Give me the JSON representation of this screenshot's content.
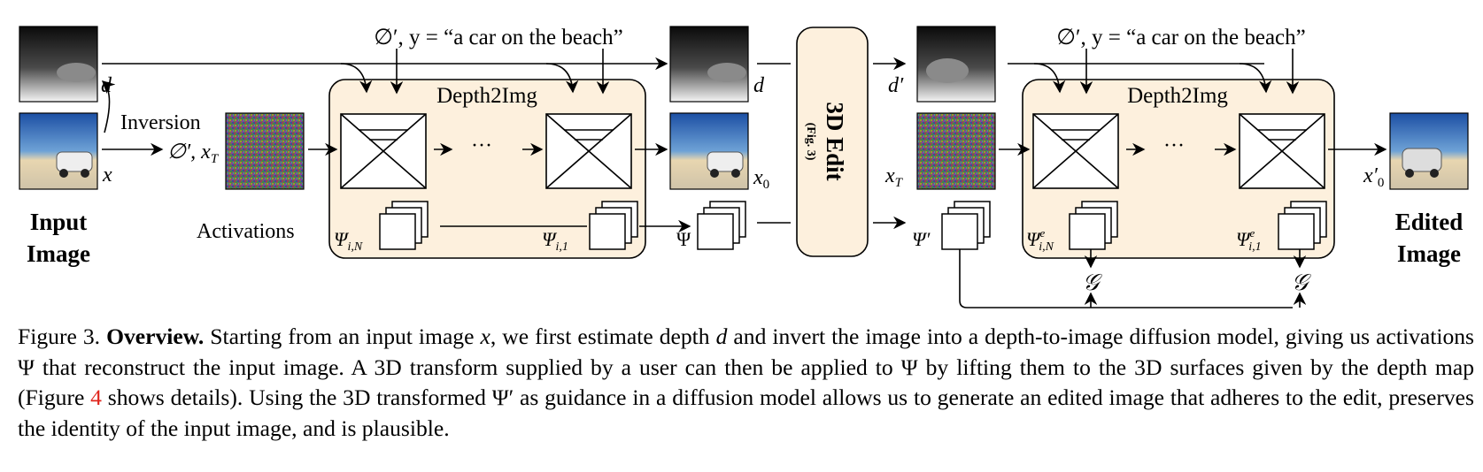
{
  "figure": {
    "prompt_left": "∅′, y = “a car on the beach”",
    "prompt_right": "∅′, y = “a car on the beach”",
    "inversion_label": "Inversion",
    "null_xT_label": "∅′, x",
    "xT_sub": "T",
    "activations_label": "Activations",
    "input_image_line1": "Input",
    "input_image_line2": "Image",
    "edited_image_line1": "Edited",
    "edited_image_line2": "Image",
    "d_label": "d",
    "x_label": "x",
    "depth2img_label_left": "Depth2Img",
    "depth2img_label_right": "Depth2Img",
    "dots": "···",
    "psi_iN": "Ψ",
    "psi_iN_sub": "i,N",
    "psi_i1": "Ψ",
    "psi_i1_sub": "i,1",
    "psi_label": "Ψ",
    "x0_label": "x",
    "x0_sub": "0",
    "edit_main": "3D Edit",
    "edit_sub": "(Fig. 3)",
    "d_prime_label": "d′",
    "xT_label_right": "x",
    "xT_right_sub": "T",
    "psi_prime": "Ψ′",
    "psi_e_iN": "Ψ",
    "psi_e_iN_sup": "e",
    "psi_e_iN_sub": "i,N",
    "psi_e_i1": "Ψ",
    "psi_e_i1_sup": "e",
    "psi_e_i1_sub": "i,1",
    "guidance_left": "𝒢",
    "guidance_right": "𝒢",
    "x0_prime": "x′",
    "x0_prime_sub": "0"
  },
  "caption": {
    "figure_number": "Figure 3.",
    "title": "Overview.",
    "text1": " Starting from an input image ",
    "var_x": "x",
    "text2": ", we first estimate depth ",
    "var_d": "d",
    "text3": " and invert the image into a depth-to-image diffusion model, giving us activations Ψ that reconstruct the input image. A 3D transform supplied by a user can then be applied to Ψ by lifting them to the 3D surfaces given by the depth map (Figure ",
    "fig_ref": "4",
    "text4": " shows details). Using the 3D transformed Ψ′ as guidance in a diffusion model allows us to generate an edited image that adheres to the edit, preserves the identity of the input image, and is plausible."
  },
  "colors": {
    "block_fill": "#fdf0dd",
    "link_red": "#e0261d"
  }
}
